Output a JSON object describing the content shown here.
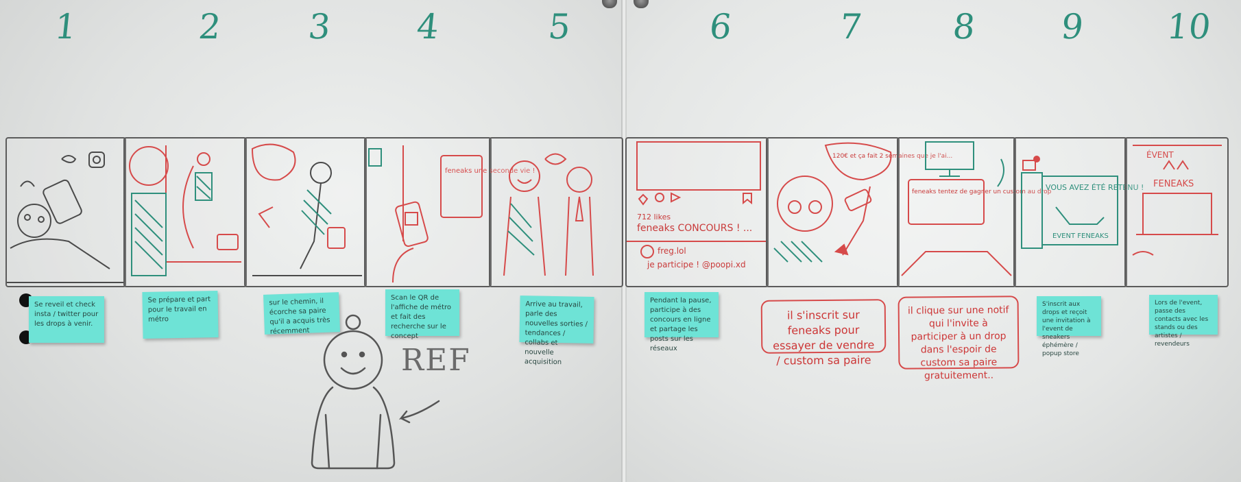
{
  "numbers": [
    "1",
    "2",
    "3",
    "4",
    "5",
    "6",
    "7",
    "8",
    "9",
    "10"
  ],
  "panel_text": {
    "p4_poster": "feneaks une seconde vie !",
    "p6_likes": "712 likes",
    "p6_caption": "feneaks CONCOURS ! ...",
    "p6_user": "freg.lol",
    "p6_comment": "je participe ! @poopi.xd",
    "p7_bubble": "120€ et ça fait 2 semaines que je l'ai...",
    "p8_screen": "feneaks tentez de gagner un custom au drop",
    "p9_text": "VOUS AVEZ ÉTÉ RETENU !",
    "p9_sub": "EVENT FENEAKS",
    "p10_title": "ÉVENT",
    "p10_brand": "FENEAKS"
  },
  "stickies": [
    "Se reveil et check insta / twitter pour les drops à venir.",
    "Se prépare et part pour le travail en métro",
    "sur le chemin, il écorche sa paire qu'il a acquis très récemment",
    "Scan le QR de l'affiche de métro et fait des recherche sur le concept",
    "Arrive au travail, parle des nouvelles sorties / tendances / collabs et nouvelle acquisition",
    "Pendant la pause, participe à des concours en ligne et partage les posts sur les réseaux",
    "S'inscrit aux drops et reçoit une invitation à l'event de sneakers éphémère / popup store",
    "Lors de l'event, passe des contacts avec les stands ou des artistes / revendeurs"
  ],
  "red_boxes": [
    "il s'inscrit sur feneaks pour essayer de vendre / custom sa paire",
    "il clique sur une notif qui l'invite à participer à un drop dans l'espoir de custom sa paire gratuitement.."
  ],
  "ref_label": "REF",
  "colors": {
    "teal": "#2e8f7c",
    "red": "#d64a4a",
    "sticky": "#6ee3d6",
    "ink": "#4a4a4a"
  }
}
